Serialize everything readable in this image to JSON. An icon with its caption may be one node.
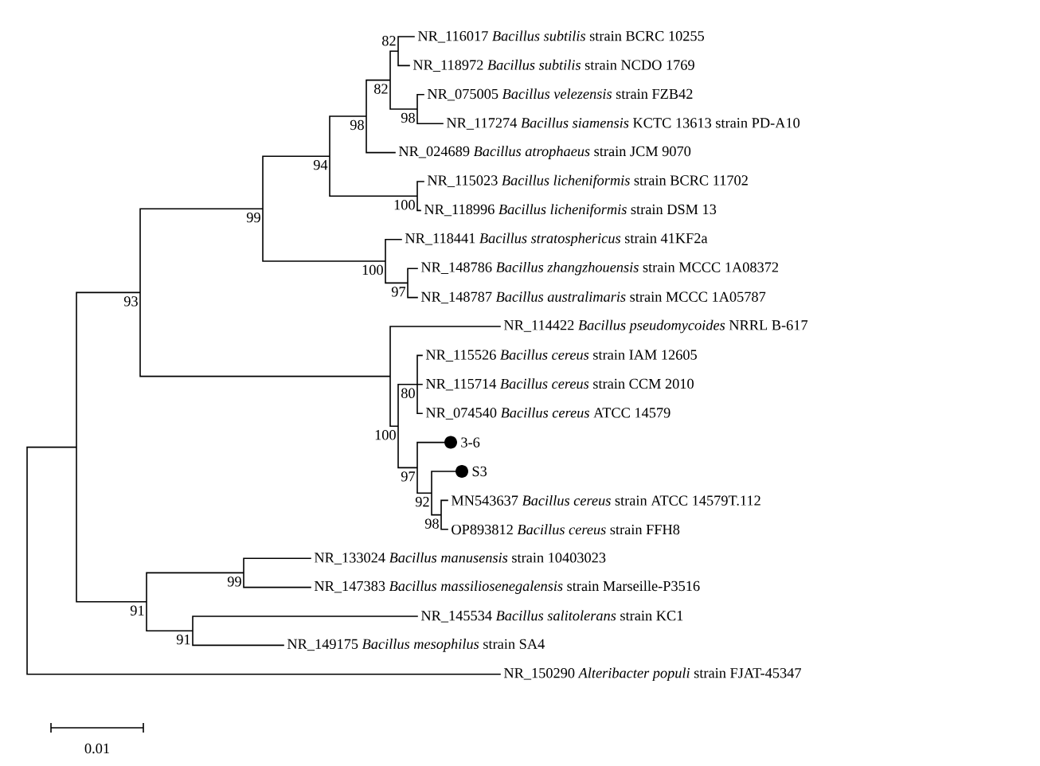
{
  "diagram": {
    "labels": [
      "NR_116017 *Bacillus subtilis* strain BCRC 10255",
      "NR_118972 *Bacillus subtilis* strain NCDO 1769",
      "NR_075005 *Bacillus velezensis* strain FZB42",
      "NR_117274 *Bacillus siamensis* KCTC 13613 strain PD-A10",
      "NR_024689 *Bacillus atrophaeus* strain JCM 9070",
      "NR_115023 *Bacillus licheniformis* strain BCRC 11702",
      "NR_118996 *Bacillus licheniformis* strain DSM 13",
      "NR_118441 *Bacillus stratosphericus* strain 41KF2a",
      "NR_148786 *Bacillus zhangzhouensis* strain MCCC 1A08372",
      "NR_148787 *Bacillus australimaris* strain MCCC 1A05787",
      "NR_114422 *Bacillus pseudomycoides* NRRL B-617",
      "NR_115526 *Bacillus cereus* strain IAM 12605",
      "NR_115714 *Bacillus cereus* strain CCM 2010",
      "NR_074540 *Bacillus cereus* ATCC 14579",
      "3-6",
      "S3",
      "MN543637 *Bacillus cereus* strain ATCC 14579T.112",
      "OP893812 *Bacillus cereus* strain FFH8",
      "NR_133024 *Bacillus manusensis* strain 10403023",
      "NR_147383 *Bacillus massiliosenegalensis* strain Marseille-P3516",
      "NR_145534 *Bacillus salitolerans* strain KC1",
      "NR_149175 *Bacillus mesophilus* strain SA4",
      "NR_150290 *Alteribacter populi* strain FJAT-45347",
      "0.01",
      "82",
      "82",
      "98",
      "98",
      "94",
      "99",
      "100",
      "93",
      "100",
      "97",
      "80",
      "100",
      "97",
      "92",
      "98",
      "99",
      "91",
      "91"
    ]
  }
}
